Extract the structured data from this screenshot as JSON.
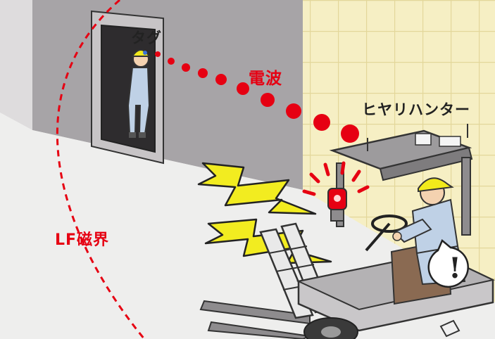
{
  "labels": {
    "tag": "タグ",
    "radio_wave": "電波",
    "hiyari_hunter": "ヒヤリハンター",
    "lf_field": "LF磁界",
    "alert_mark": "!"
  },
  "colors": {
    "accent_red": "#e60012",
    "signal_yellow": "#f2ec20",
    "tile_wall": "#f6efc4",
    "gray_wall": "#a7a4a7",
    "floor": "#eeeeed"
  },
  "icons": {
    "worker": "worker-with-helmet",
    "forklift": "forklift",
    "beacon": "warning-light",
    "alert": "exclamation-bubble"
  }
}
